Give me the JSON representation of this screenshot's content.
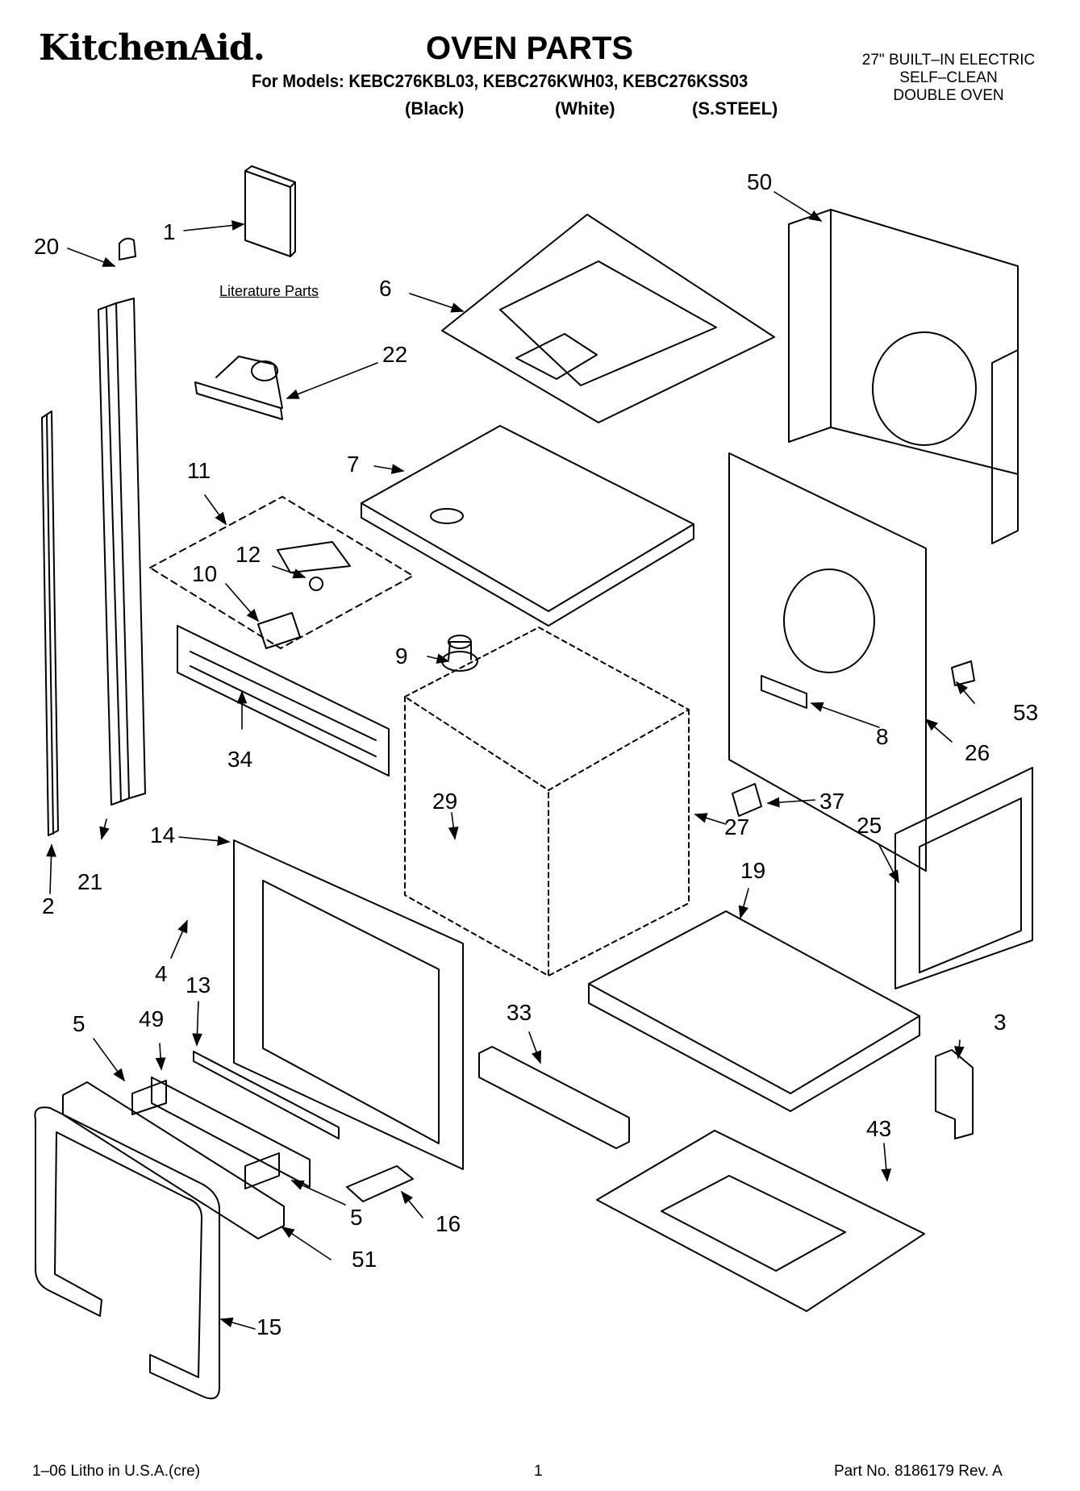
{
  "header": {
    "brand": "KitchenAid.",
    "title": "OVEN PARTS",
    "models_line": "For Models: KEBC276KBL03, KEBC276KWH03, KEBC276KSS03",
    "colors": [
      "(Black)",
      "(White)",
      "(S.STEEL)"
    ],
    "product_lines": [
      "27\" BUILT–IN ELECTRIC",
      "SELF–CLEAN",
      "DOUBLE OVEN"
    ]
  },
  "literature_label": "Literature Parts",
  "callouts": [
    "1",
    "2",
    "3",
    "4",
    "5",
    "5",
    "6",
    "7",
    "8",
    "9",
    "10",
    "11",
    "12",
    "13",
    "14",
    "15",
    "16",
    "19",
    "20",
    "21",
    "22",
    "25",
    "26",
    "27",
    "29",
    "33",
    "34",
    "37",
    "43",
    "49",
    "50",
    "51",
    "53"
  ],
  "footer": {
    "litho": "1–06 Litho in U.S.A.(cre)",
    "page": "1",
    "part_no": "Part No. 8186179 Rev. A"
  }
}
